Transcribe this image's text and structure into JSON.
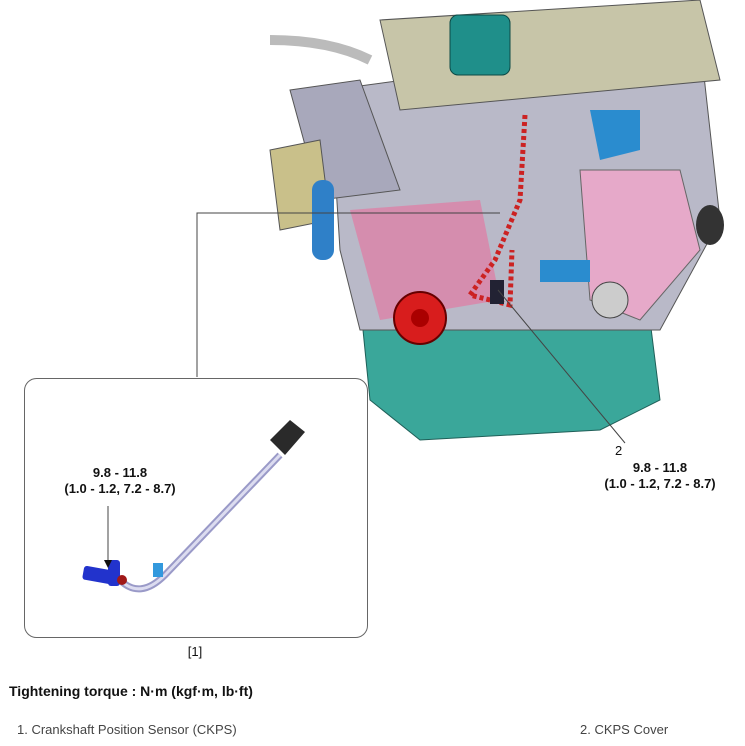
{
  "callouts": {
    "sensor_torque": {
      "value": "9.8 - 11.8",
      "alt_units": "(1.0 - 1.2, 7.2 - 8.7)"
    },
    "cover_number": "2",
    "cover_torque": {
      "value": "9.8 - 11.8",
      "alt_units": "(1.0 - 1.2, 7.2 - 8.7)"
    },
    "detail_label": "[1]"
  },
  "torque_title": "Tightening torque : N·m (kgf·m, lb·ft)",
  "legend": [
    {
      "label": "1. Crankshaft Position Sensor (CKPS)"
    },
    {
      "label": "2. CKPS Cover"
    }
  ],
  "colors": {
    "sensor": "#2233cc",
    "cover_highlight": "#cc2222",
    "oil_pan": "#3aa79a",
    "block": "#b9b9c8",
    "manifold": "#e6a9c9"
  }
}
